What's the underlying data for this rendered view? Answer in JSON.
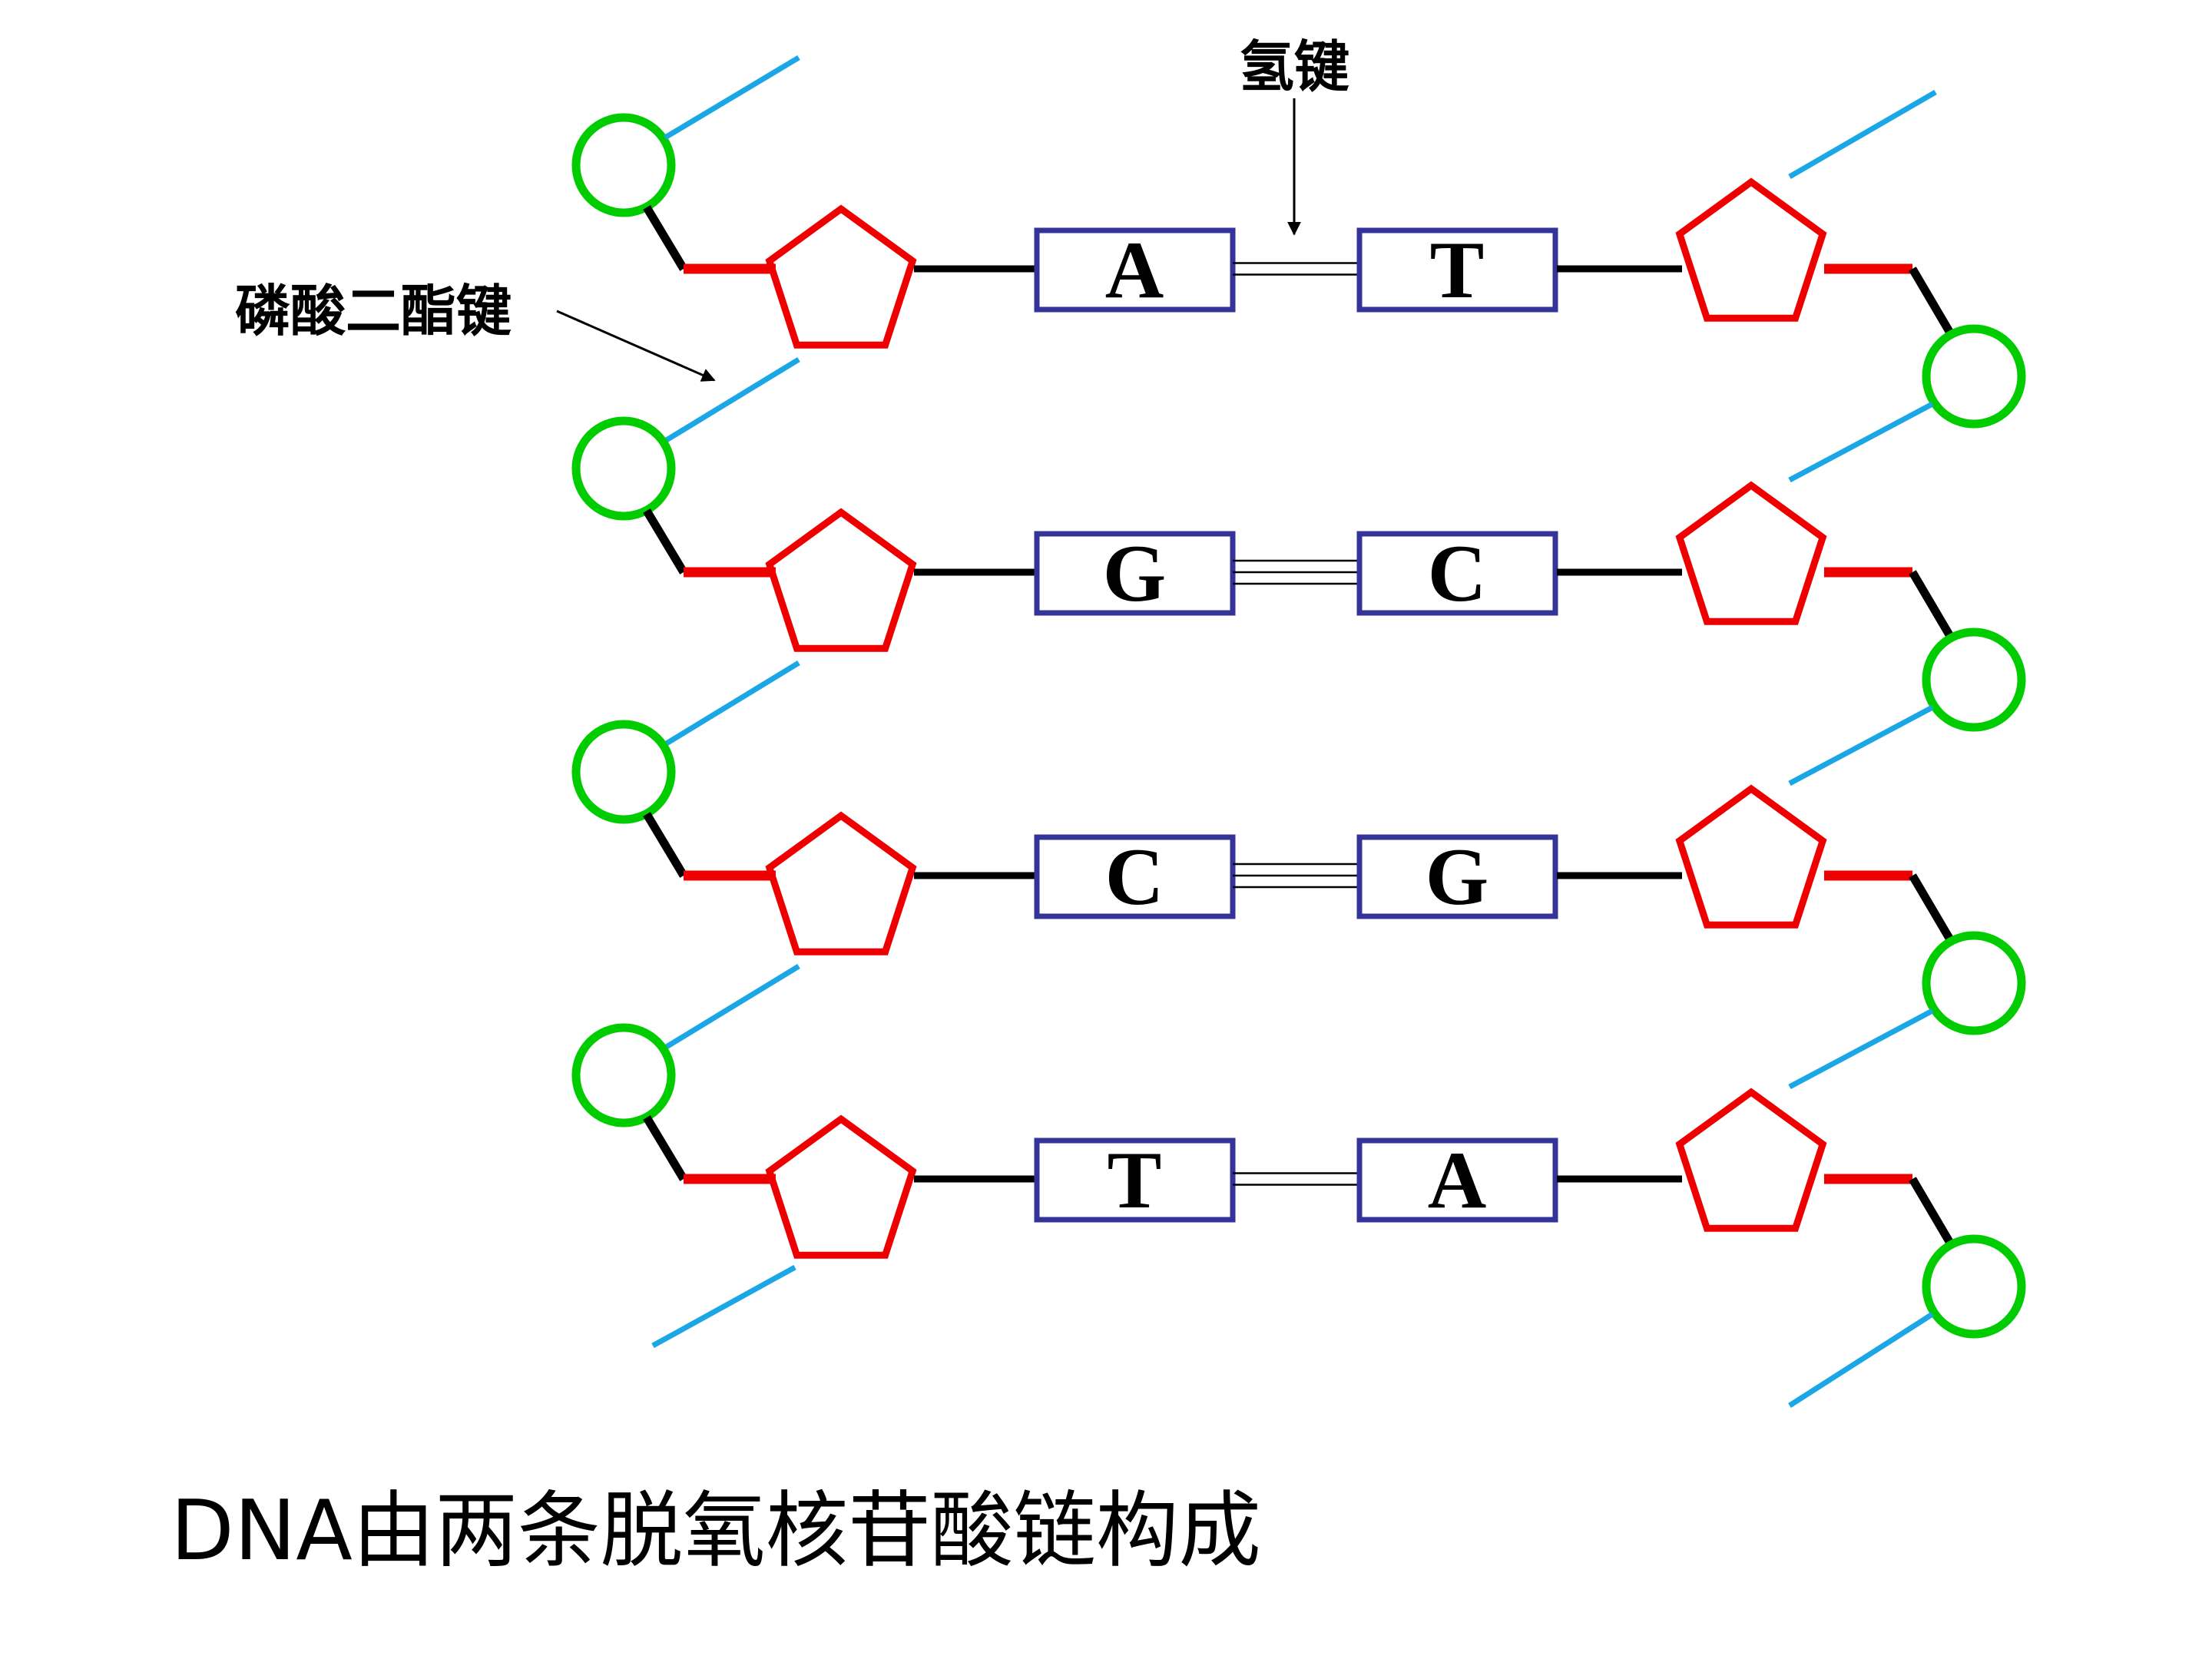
{
  "labels": {
    "hydrogen_bond": "氢键",
    "phosphodiester_bond": "磷酸二酯键",
    "caption": "DNA由两条脱氧核苷酸链构成"
  },
  "pairs": [
    {
      "left": "A",
      "right": "T",
      "bonds": 2
    },
    {
      "left": "G",
      "right": "C",
      "bonds": 3
    },
    {
      "left": "C",
      "right": "G",
      "bonds": 3
    },
    {
      "left": "T",
      "right": "A",
      "bonds": 2
    }
  ],
  "colors": {
    "phosphate": "#00cc00",
    "sugar": "#ee0000",
    "base_box": "#333399",
    "backbone_link": "#1ba6e6",
    "connector": "#000000"
  }
}
